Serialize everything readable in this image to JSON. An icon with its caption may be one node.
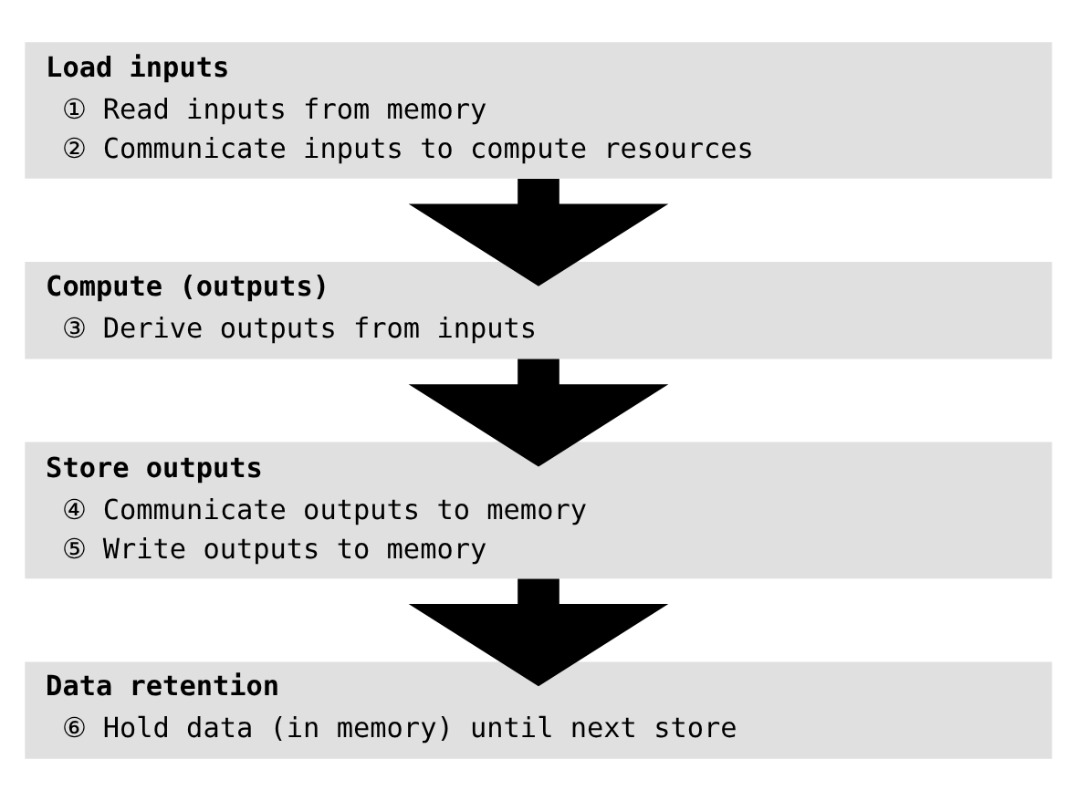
{
  "diagram": {
    "nodes": [
      {
        "text": [
          "Load inputs",
          "① Read inputs from memory",
          "② Communicate inputs to compute resources"
        ]
      },
      {
        "text": [
          "Compute (outputs)",
          "③ Derive outputs from inputs"
        ]
      },
      {
        "text": [
          "Store outputs",
          "④ Communicate outputs to memory",
          "⑤ Write outputs to memory"
        ]
      },
      {
        "text": [
          "Data retention",
          "⑥ Hold data (in memory) until next store"
        ]
      }
    ],
    "edges": [
      {
        "from": 0,
        "to": 1,
        "arrow": "to"
      },
      {
        "from": 1,
        "to": 2,
        "arrow": "to"
      },
      {
        "from": 2,
        "to": 3,
        "arrow": "to"
      }
    ]
  }
}
